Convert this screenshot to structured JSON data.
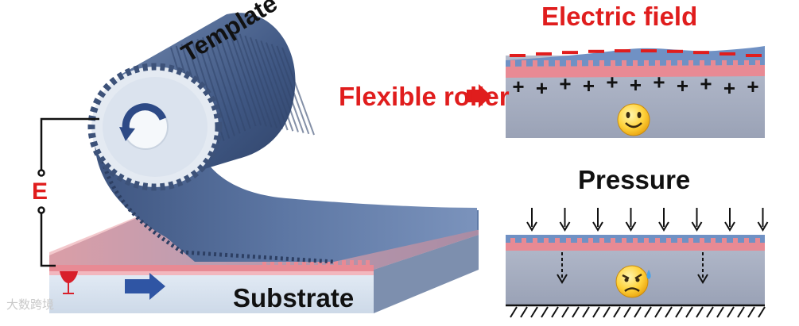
{
  "labels": {
    "electric_field": "Electric field",
    "flexible_roller": "Flexible roller",
    "pressure": "Pressure",
    "template": "Template",
    "substrate": "Substrate",
    "e_label": "E"
  },
  "watermark": "大数跨境",
  "colors": {
    "accent_red": "#e01d1d",
    "roller_blue": "#4a648c",
    "substrate_top": "#6f8bb3",
    "pink_layer": "#e88a94",
    "cross_section_gray": "#a9b0c2"
  },
  "icons": {
    "happy": "smiling-face-icon",
    "sad": "crying-face-icon",
    "rotation": "rotation-arrow-icon",
    "arrow": "right-arrow-icon",
    "droplet": "droplet-icon"
  },
  "charges": {
    "negative": [
      "−",
      "−",
      "−",
      "−",
      "−",
      "−",
      "−",
      "−",
      "−",
      "−"
    ],
    "positive": [
      "+",
      "+",
      "+",
      "+",
      "+",
      "+",
      "+",
      "+",
      "+",
      "+",
      "+"
    ]
  }
}
